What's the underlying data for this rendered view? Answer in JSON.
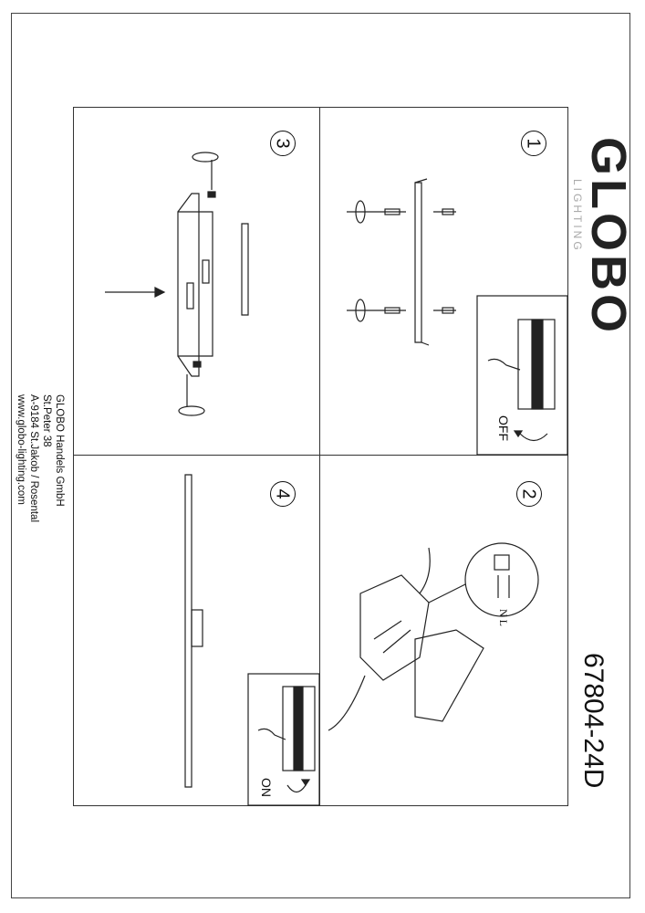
{
  "brand": {
    "name": "GLOBO",
    "sub": "LIGHTING"
  },
  "model": "67804-24D",
  "address": [
    "GLOBO Handels GmbH",
    "St.Peter 38",
    "A-9184 St.Jakob / Rosental",
    "www.globo-lighting.com"
  ],
  "steps": [
    {
      "number": "1",
      "note": "OFF"
    },
    {
      "number": "2",
      "labels": "N L"
    },
    {
      "number": "3"
    },
    {
      "number": "4",
      "note": "ON"
    }
  ]
}
